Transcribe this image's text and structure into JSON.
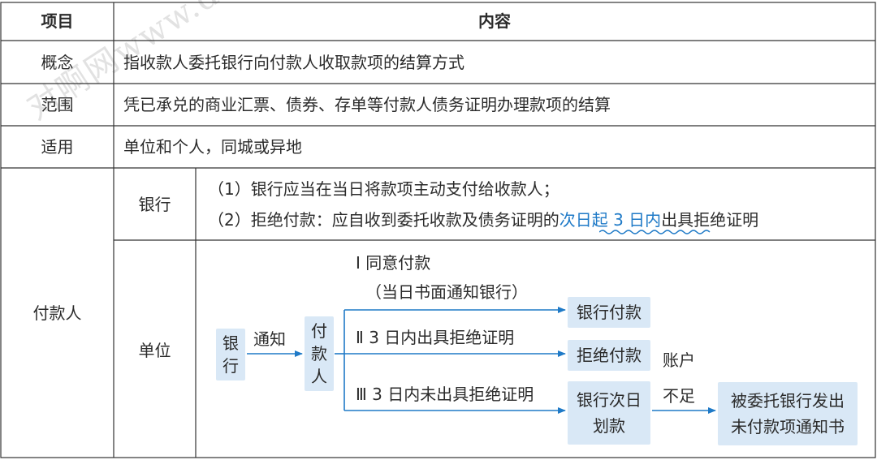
{
  "header": {
    "col1": "项目",
    "col2": "内容"
  },
  "rows": {
    "concept": {
      "label": "概念",
      "text": "指收款人委托银行向付款人收取款项的结算方式"
    },
    "scope": {
      "label": "范围",
      "text": "凭已承兑的商业汇票、债券、存单等付款人债务证明办理款项的结算"
    },
    "usage": {
      "label": "适用",
      "text": "单位和个人，同城或异地"
    }
  },
  "payer": {
    "label": "付款人",
    "bank": {
      "label": "银行",
      "line1": "（1）银行应当在当日将款项主动支付给收款人；",
      "line2_pre": "（2）拒绝付款：应自收到委托收款及债务证明的",
      "line2_hl": "次日起 3 日内",
      "line2_post": "出具拒绝证明"
    },
    "unit": {
      "label": "单位",
      "flow": {
        "bank_box": "银行",
        "notify": "通知",
        "payer_box": "付款人",
        "opt1_title": "Ⅰ 同意付款",
        "opt1_sub": "（当日书面通知银行）",
        "opt1_result": "银行付款",
        "opt2_title": "Ⅱ 3 日内出具拒绝证明",
        "opt2_result": "拒绝付款",
        "opt2_note": "账户",
        "opt3_title": "Ⅲ 3 日内未出具拒绝证明",
        "opt3_result_line1": "银行次日",
        "opt3_result_line2": "划款",
        "insufficient": "不足",
        "final_line1": "被委托银行发出",
        "final_line2": "未付款项通知书"
      }
    }
  },
  "watermark": "对啊网www.duia.com",
  "colors": {
    "accent": "#1f7ac7",
    "box_fill": "#d9e8f6",
    "grid": "#333333"
  }
}
